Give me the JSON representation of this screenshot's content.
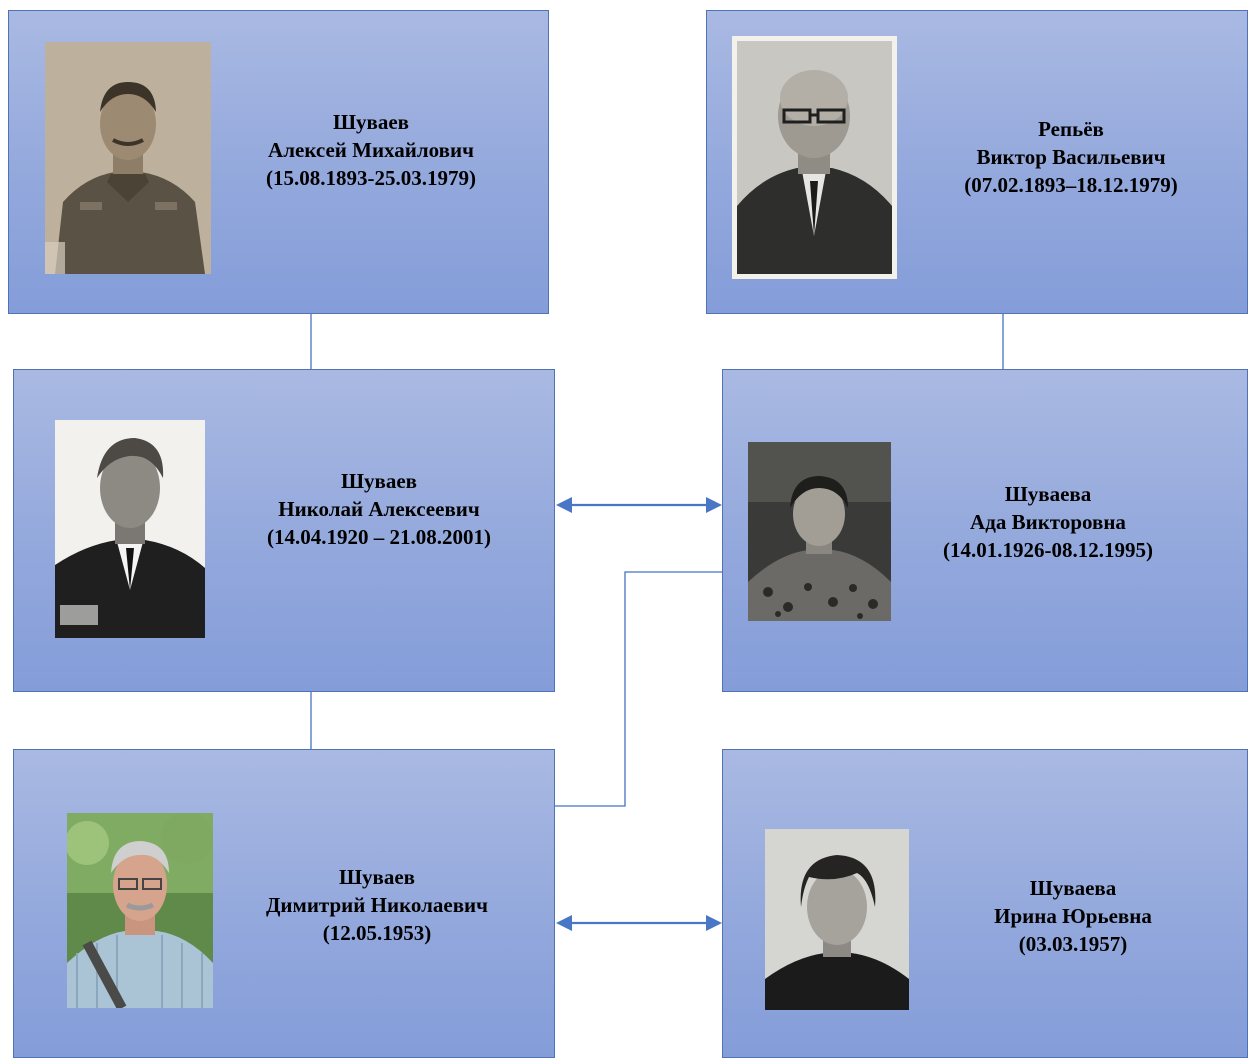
{
  "persons": [
    {
      "surname": "Шуваев",
      "given": "Алексей Михайлович",
      "dates": "(15.08.1893-25.03.1979)",
      "photo": "portrait-military-man-sepia"
    },
    {
      "surname": "Репьёв",
      "given": "Виктор Васильевич",
      "dates": "(07.02.1893–18.12.1979)",
      "photo": "portrait-bald-man-glasses-bw"
    },
    {
      "surname": "Шуваев",
      "given": "Николай Алексеевич",
      "dates": "(14.04.1920 – 21.08.2001)",
      "photo": "portrait-older-man-dark-suit-bw"
    },
    {
      "surname": "Шуваева",
      "given": "Ада Викторовна",
      "dates": "(14.01.1926-08.12.1995)",
      "photo": "portrait-woman-patterned-dress-bw"
    },
    {
      "surname": "Шуваев",
      "given": "Димитрий Николаевич",
      "dates": "(12.05.1953)",
      "photo": "portrait-man-glasses-striped-shirt-color"
    },
    {
      "surname": "Шуваева",
      "given": "Ирина Юрьевна",
      "dates": "(03.03.1957)",
      "photo": "portrait-woman-dark-hair-bw"
    }
  ],
  "colors": {
    "card_top": "#a9b9e2",
    "card_bottom": "#849dd9",
    "card_border": "#4f73b8",
    "connector": "#4472c4",
    "arrow": "#4a76c6"
  }
}
